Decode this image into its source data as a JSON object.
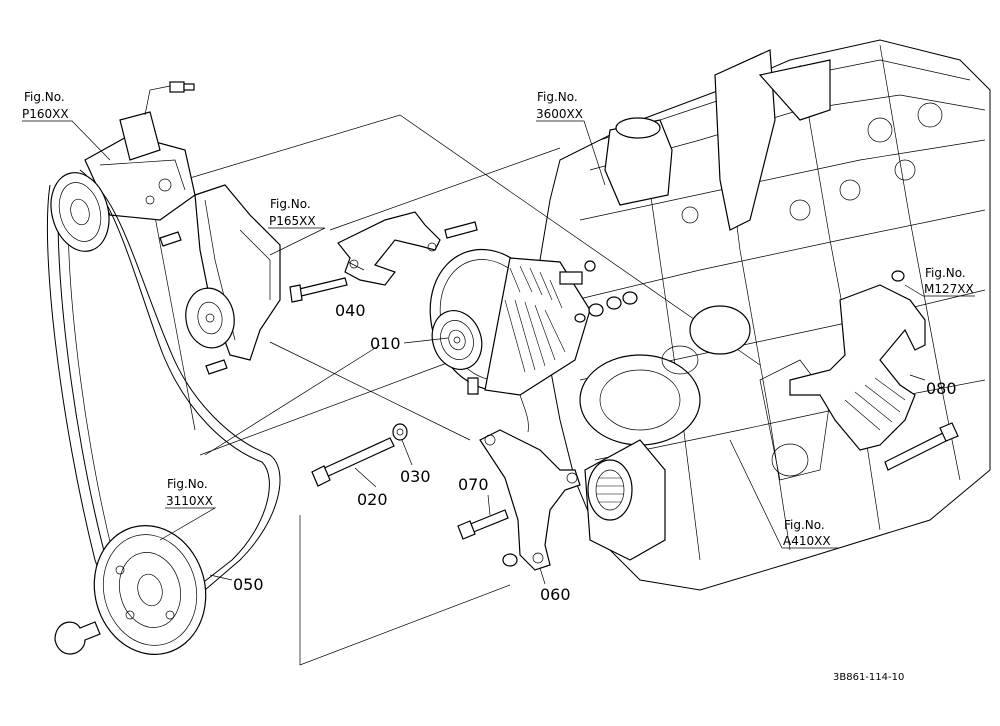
{
  "callouts": {
    "fig_p160": {
      "line1": "Fig.No.",
      "line2": "P160XX"
    },
    "fig_3600": {
      "line1": "Fig.No.",
      "line2": "3600XX"
    },
    "fig_p165": {
      "line1": "Fig.No.",
      "line2": "P165XX"
    },
    "fig_m127": {
      "line1": "Fig.No.",
      "line2": "M127XX"
    },
    "fig_3110": {
      "line1": "Fig.No.",
      "line2": "3110XX"
    },
    "fig_a410": {
      "line1": "Fig.No.",
      "line2": "A410XX"
    }
  },
  "parts": {
    "p010": "010",
    "p020": "020",
    "p030": "030",
    "p040": "040",
    "p050": "050",
    "p060": "060",
    "p070": "070",
    "p080": "080"
  },
  "footer": {
    "drawing_code": "3B861-114-10"
  }
}
